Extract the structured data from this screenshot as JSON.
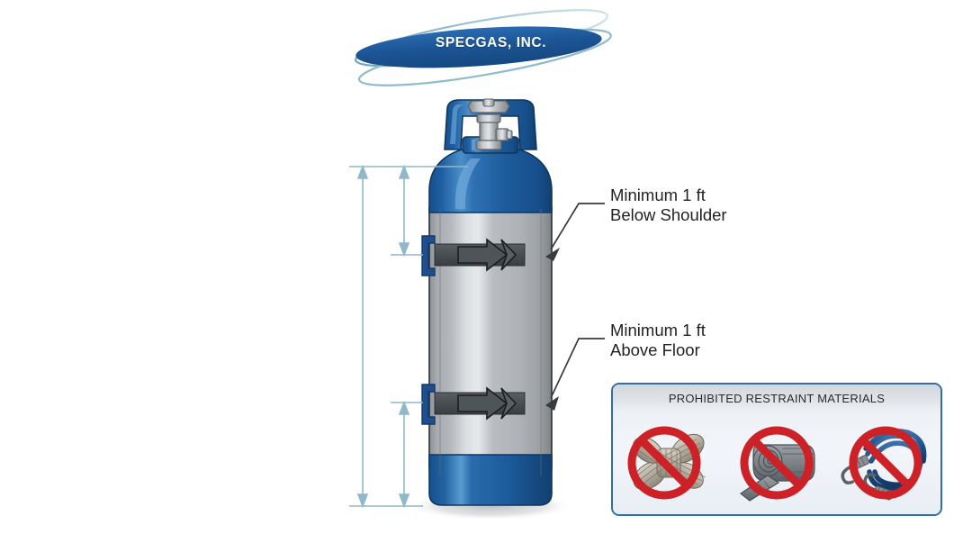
{
  "logo": {
    "text": "SPECGAS, INC.",
    "ellipse_color": "#1c5596",
    "ellipse_color_light": "#2f6fb0",
    "swoosh_color": "#7fb3c4"
  },
  "callouts": [
    {
      "id": "below-shoulder",
      "line1": "Minimum 1 ft",
      "line2": "Below Shoulder"
    },
    {
      "id": "above-floor",
      "line1": "Minimum 1 ft",
      "line2": "Above Floor"
    }
  ],
  "prohibited_panel": {
    "title": "PROHIBITED RESTRAINT MATERIALS",
    "border_color": "#2f6fa6",
    "prohibit_color": "#cc2127",
    "items": [
      {
        "name": "rope-coil",
        "label": "Rope"
      },
      {
        "name": "webbing-strap-coil",
        "label": "Strap"
      },
      {
        "name": "bungee-cord",
        "label": "Bungee Cord"
      }
    ]
  },
  "cylinder": {
    "body_color": "#b0b4b8",
    "cap_color": "#1f5fa0",
    "valve_color": "#a9aeb2",
    "strap_color": "#4a4f54",
    "bracket_color": "#1f4e8c"
  },
  "dimensions": {
    "line_color": "#8fb8c9",
    "outer_label": "",
    "inner_label": ""
  }
}
